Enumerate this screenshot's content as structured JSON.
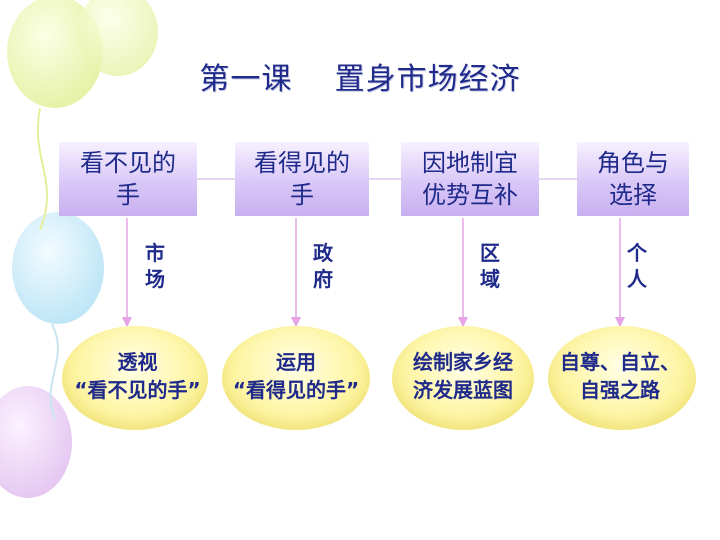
{
  "title": "第一课    置身市场经济",
  "columns": [
    {
      "box": "看不见的\n手",
      "label": "市\n场",
      "oval": "透视\n“看不见的手”"
    },
    {
      "box": "看得见的\n手",
      "label": "政\n府",
      "oval": "运用\n“看得见的手”"
    },
    {
      "box": "因地制宜\n优势互补",
      "label": "区\n域",
      "oval": "绘制家乡经\n济发展蓝图"
    },
    {
      "box": "角色与\n选择",
      "label": "个\n人",
      "oval": "自尊、自立、\n自强之路"
    }
  ],
  "colors": {
    "text": "#1f2a8a",
    "box": "#d9c8f7",
    "oval": "#fff7b0",
    "arrow": "#e6a3e6"
  }
}
